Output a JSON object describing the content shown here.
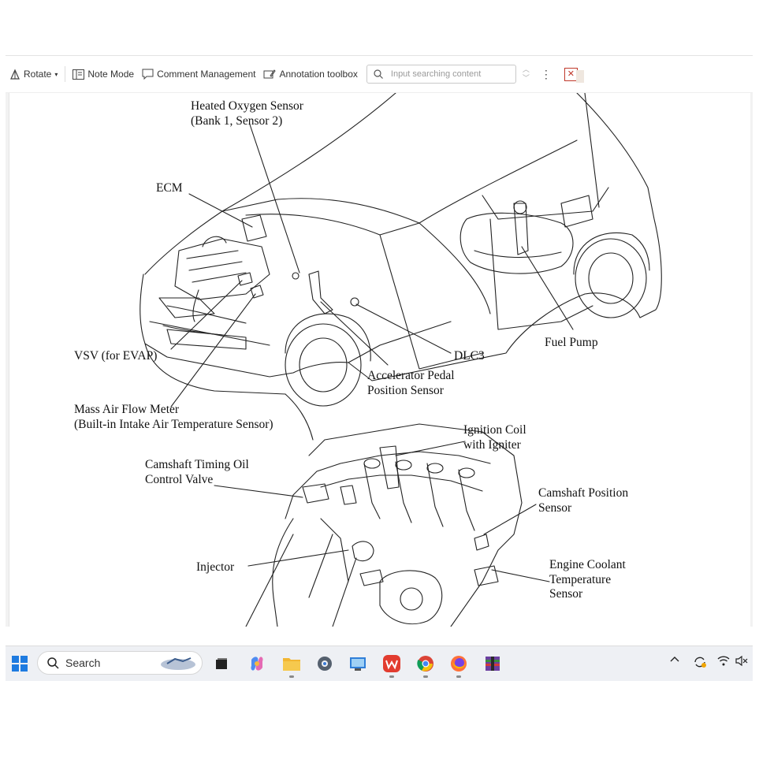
{
  "toolbar": {
    "rotate_label": "Rotate",
    "note_mode_label": "Note Mode",
    "comment_label": "Comment Management",
    "annotation_label": "Annotation toolbox",
    "search_placeholder": "Input searching content"
  },
  "diagram_labels": {
    "heated_oxygen": "Heated Oxygen Sensor\n(Bank 1, Sensor 2)",
    "ecm": "ECM",
    "vsv": "VSV (for EVAP)",
    "maf": "Mass Air Flow Meter\n(Built-in Intake Air Temperature Sensor)",
    "dlc3": "DLC3",
    "accel_pedal": "Accelerator Pedal\nPosition Sensor",
    "fuel_pump": "Fuel Pump",
    "ignition_coil": "Ignition Coil\nwith Igniter",
    "cam_timing": "Camshaft Timing Oil\nControl Valve",
    "cam_position": "Camshaft Position\nSensor",
    "injector": "Injector",
    "coolant": "Engine Coolant\nTemperature\nSensor"
  },
  "taskbar": {
    "search_label": "Search",
    "icons": [
      "windows-start-icon",
      "task-view-icon",
      "copilot-icon",
      "file-explorer-icon",
      "settings-icon",
      "control-panel-icon",
      "wps-office-icon",
      "chrome-icon",
      "firefox-icon",
      "winrar-icon"
    ]
  },
  "tray": {
    "icons": [
      "chevron-up-icon",
      "sync-icon",
      "wifi-icon",
      "speaker-muted-icon"
    ]
  },
  "colors": {
    "close_accent": "#c0392b",
    "wps_red": "#e23c2f",
    "folder_yellow": "#f2b632"
  }
}
